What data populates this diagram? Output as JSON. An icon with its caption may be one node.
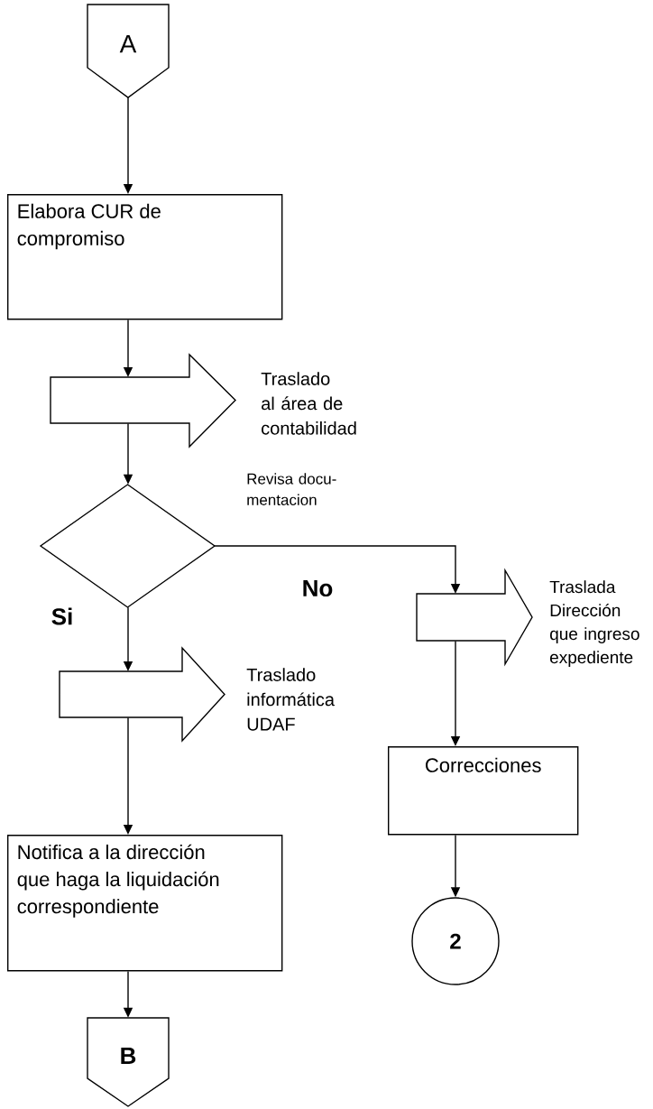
{
  "diagram": {
    "nodes": [
      {
        "text": [
          "A"
        ]
      },
      {
        "text": [
          "Elabora CUR de compromiso"
        ]
      },
      {
        "text": [],
        "shape": "arrow",
        "beside": [
          "Traslado al área de contabilidad"
        ]
      },
      {
        "text": [],
        "shape": "diamond",
        "beside": [
          "Revisa docu- mentacion"
        ]
      },
      {
        "text": [],
        "shape": "arrow",
        "beside": [
          "Traslada Dirección que ingreso expediente"
        ]
      },
      {
        "text": [],
        "shape": "arrow",
        "beside": [
          "Traslado informática UDAF"
        ]
      },
      {
        "text": [
          "Notifica a la dirección que haga la liquidación correspondiente"
        ]
      },
      {
        "text": [
          "B"
        ]
      },
      {
        "text": [
          "Correcciones"
        ]
      },
      {
        "text": [
          "2"
        ]
      }
    ],
    "edges": [
      {
        "from": 0,
        "to": 1,
        "arrow": "to"
      },
      {
        "from": 1,
        "to": 2,
        "arrow": "to"
      },
      {
        "from": 2,
        "to": 3,
        "arrow": "to"
      },
      {
        "from": 3,
        "to": 4,
        "arrow": "to",
        "label": "No"
      },
      {
        "from": 3,
        "to": 5,
        "arrow": "to",
        "label": "Si"
      },
      {
        "from": 5,
        "to": 6,
        "arrow": "to"
      },
      {
        "from": 6,
        "to": 7,
        "arrow": "to"
      },
      {
        "from": 4,
        "to": 8,
        "arrow": "to"
      },
      {
        "from": 8,
        "to": 9,
        "arrow": "to"
      }
    ]
  }
}
